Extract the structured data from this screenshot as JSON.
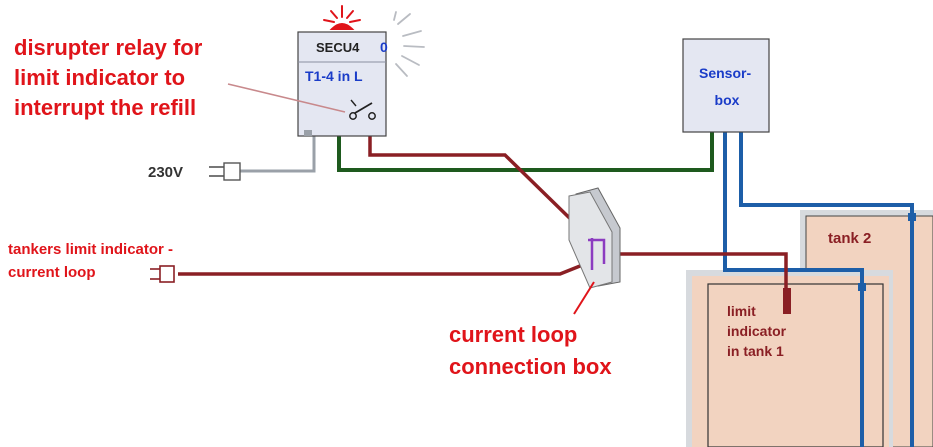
{
  "annotations": {
    "relay_note": [
      "disrupter relay for",
      "limit indicator to",
      "interrupt the refill"
    ],
    "power": "230V",
    "loop_note": [
      "tankers limit indicator -",
      "current loop"
    ],
    "box_note": [
      "current loop",
      "connection box"
    ]
  },
  "secu": {
    "title": "SECU4",
    "indicator": "0",
    "mode": "T1-4 in L"
  },
  "sensor": {
    "label": [
      "Sensor-",
      "box"
    ]
  },
  "tanks": {
    "tank2": "tank 2",
    "limit_label": [
      "limit",
      "indicator",
      "in tank 1"
    ]
  },
  "colors": {
    "annotation_red": "#e0141a",
    "wire_dark_red": "#8a1f24",
    "wire_green": "#1e5a1e",
    "wire_blue": "#1d5ea8",
    "device_fill": "#e4e7f2",
    "tank_fill": "#f2d3c0",
    "label_blue": "#1a3cc8"
  }
}
